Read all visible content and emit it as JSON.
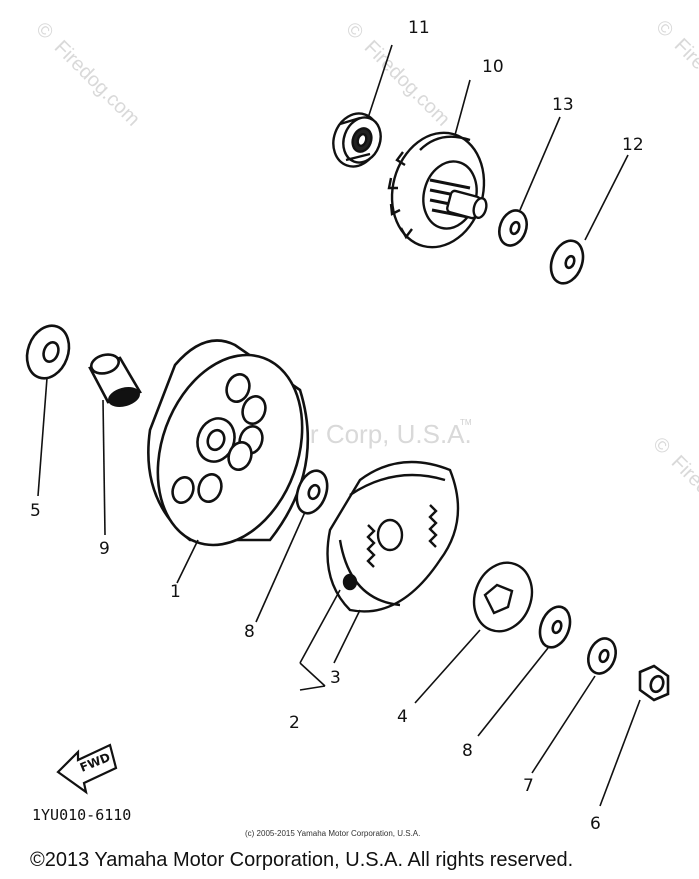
{
  "watermarks": {
    "firedog_text": "Firedog.com",
    "yamaha_text": "Yamaha Motor Corp, U.S.A.",
    "copyright_symbol": "©",
    "tm_mark": "TM"
  },
  "callouts": {
    "p1": "1",
    "p2": "2",
    "p3": "3",
    "p4": "4",
    "p5": "5",
    "p6": "6",
    "p7": "7",
    "p8a": "8",
    "p8b": "8",
    "p9": "9",
    "p10": "10",
    "p11": "11",
    "p12": "12",
    "p13": "13"
  },
  "fwd_label": "FWD",
  "diagram_code": "1YU010-6110",
  "small_copyright": "(c) 2005-2015 Yamaha Motor Corporation, U.S.A.",
  "footer_copyright": "©2013 Yamaha Motor Corporation, U.S.A. All rights reserved."
}
